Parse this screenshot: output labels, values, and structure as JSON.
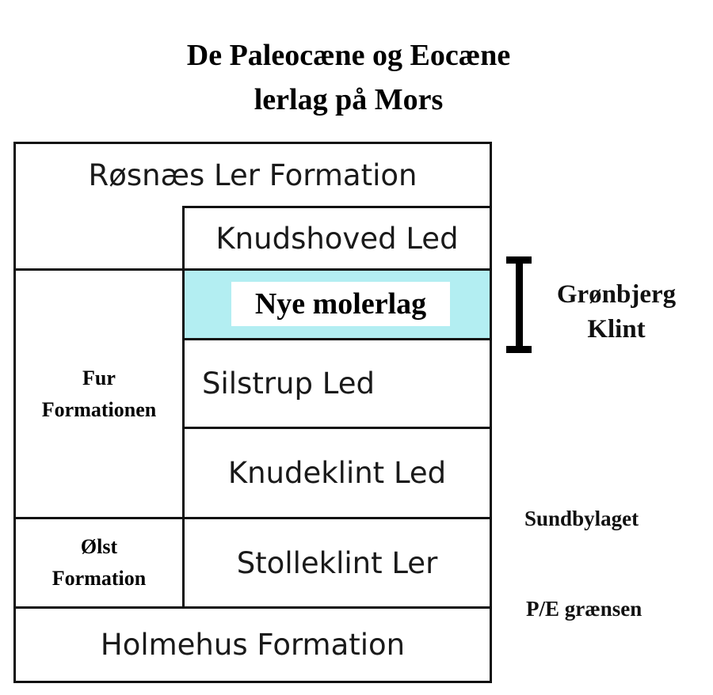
{
  "title": {
    "line1": "De Paleocæne og Eocæne",
    "line2": "lerlag på Mors"
  },
  "units": {
    "rosnaes": "Røsnæs Ler Formation",
    "knudshoved": "Knudshoved Led",
    "nye_moler": "Nye molerlag",
    "silstrup": "Silstrup Led",
    "knudeklint": "Knudeklint Led",
    "stolleklint": "Stolleklint Ler",
    "holmehus": "Holmehus Formation",
    "fur_line1": "Fur",
    "fur_line2": "Formationen",
    "olst_line1": "Ølst",
    "olst_line2": "Formation"
  },
  "side_labels": {
    "gronbjerg_line1": "Grønbjerg",
    "gronbjerg_line2": "Klint",
    "sundbylaget": "Sundbylaget",
    "pe_graensen": "P/E grænsen"
  },
  "colors": {
    "highlight": "#b3eef2"
  }
}
